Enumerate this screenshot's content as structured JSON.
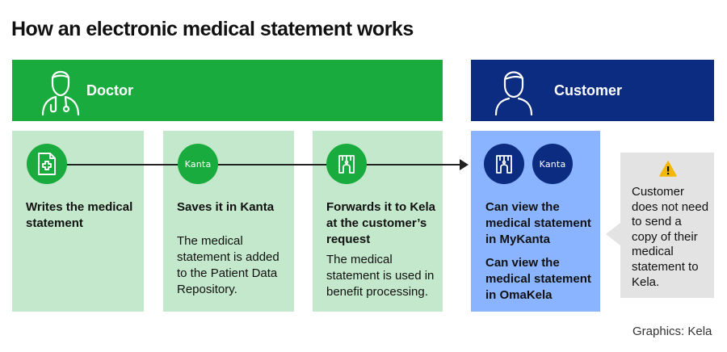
{
  "title": "How an electronic medical statement works",
  "banners": {
    "doctor": {
      "label": "Doctor",
      "icon": "doctor-icon"
    },
    "customer": {
      "label": "Customer",
      "icon": "person-icon"
    }
  },
  "steps": [
    {
      "title": "Writes the medical statement",
      "description": "",
      "icon": "medical-document-icon"
    },
    {
      "title": "Saves it in Kanta",
      "description": "The medical statement is added to the Patient Data Repository.",
      "icon_text": "Kanta"
    },
    {
      "title": "Forwards it to Kela at the customer’s request",
      "description": "The medical statement is used in benefit processing.",
      "icon": "kela-logo-icon"
    }
  ],
  "customer_card": {
    "line1": "Can view the medical statement in MyKanta",
    "line2": "Can view the medical statement in OmaKela",
    "icons": [
      "kela-logo-icon"
    ],
    "icon_text": "Kanta"
  },
  "note": {
    "icon": "warning-icon",
    "text": "Customer does not need to send a copy of their medical statement to Kela."
  },
  "credit": "Graphics: Kela",
  "colors": {
    "green": "#1aab3e",
    "light_green": "#c4e8cb",
    "navy": "#0b2c80",
    "light_blue": "#8ab4ff",
    "note_gray": "#e3e3e3",
    "warning": "#f5b800"
  }
}
